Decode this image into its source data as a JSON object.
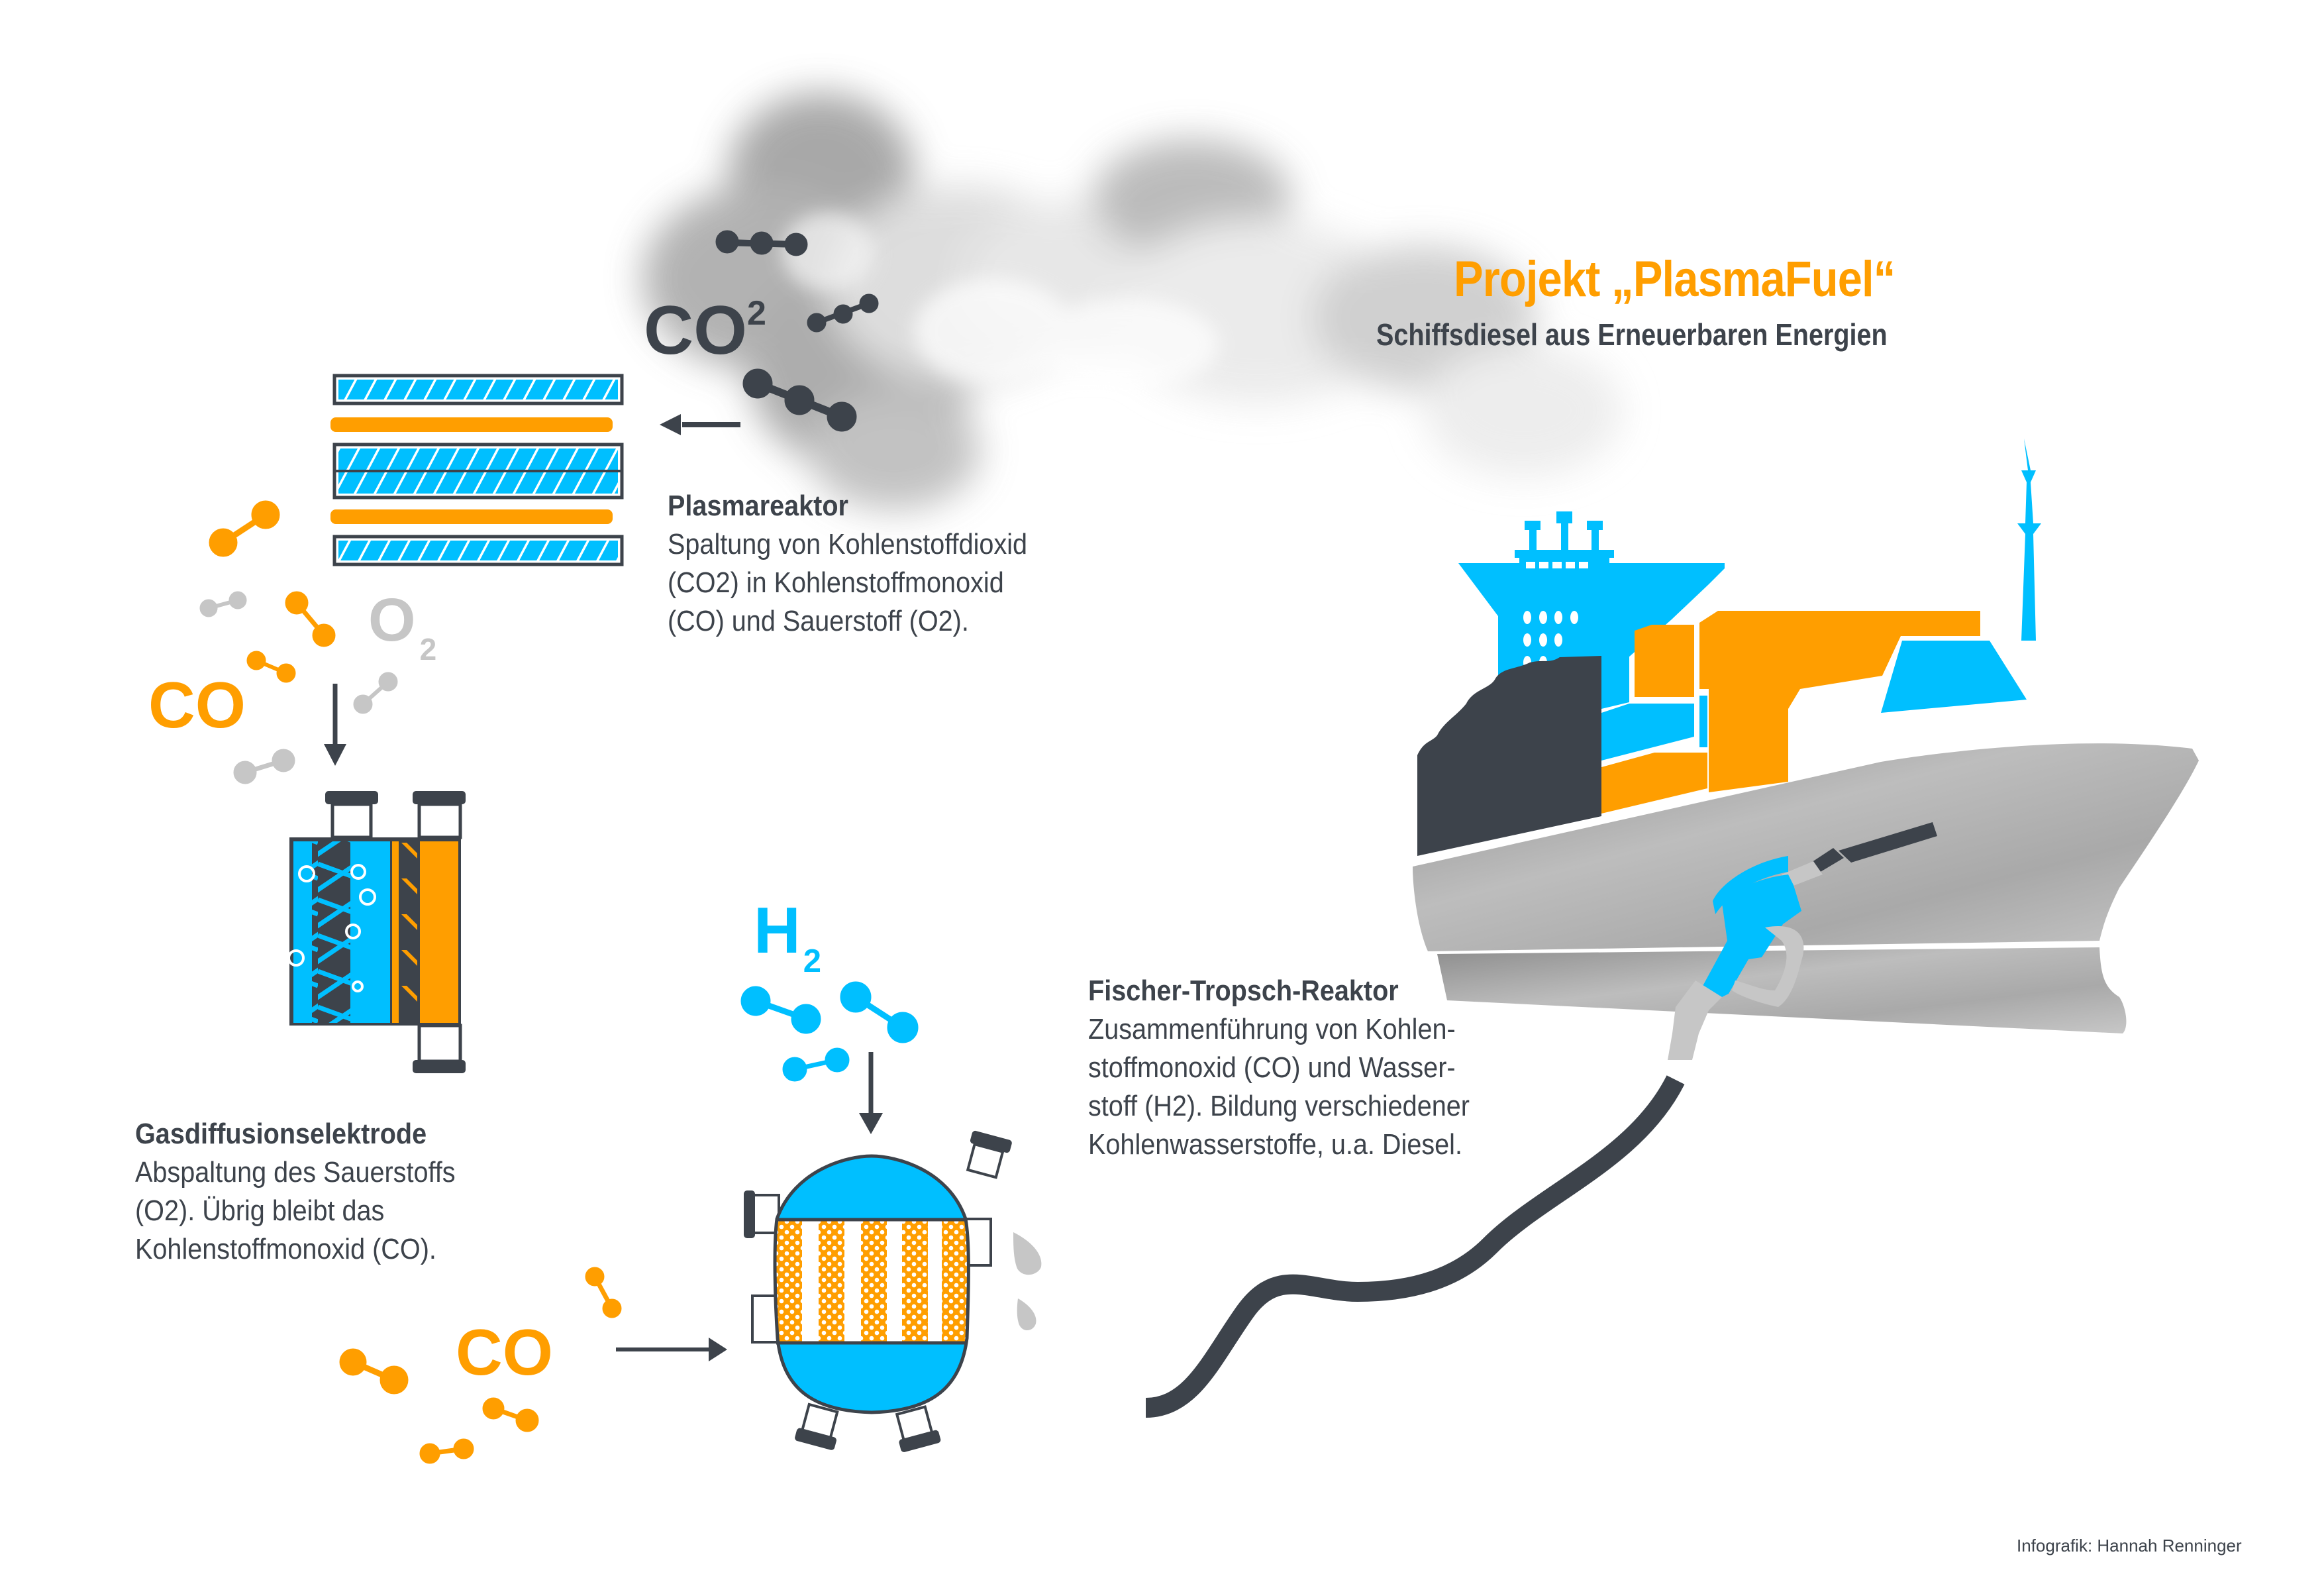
{
  "header": {
    "title": "Projekt „PlasmaFuel“",
    "subtitle": "Schiffsdiesel aus Erneuerbaren Energien"
  },
  "colors": {
    "accent_orange": "#ff9e00",
    "accent_blue": "#00bfff",
    "dark": "#3d434b",
    "light_gray": "#c6c6c6"
  },
  "formulas": {
    "co2": {
      "base": "CO",
      "index": "2"
    },
    "o2": {
      "base": "O",
      "index": "2"
    },
    "co_top": "CO",
    "h2": {
      "base": "H",
      "index": "2"
    },
    "co_bottom": "CO"
  },
  "steps": {
    "plasma": {
      "heading": "Plasmareaktor",
      "lines": [
        "Spaltung von Kohlenstoffdioxid",
        "(CO2) in Kohlenstoffmonoxid",
        "(CO) und Sauerstoff (O2)."
      ]
    },
    "gde": {
      "heading": "Gasdiffusionselektrode",
      "lines": [
        "Abspaltung des Sauerstoffs",
        "(O2). Übrig bleibt das",
        "Kohlenstoffmonoxid (CO)."
      ]
    },
    "ft": {
      "heading": "Fischer-Tropsch-Reaktor",
      "lines": [
        "Zusammenführung von Kohlen-",
        "stoffmonoxid (CO) und Wasser-",
        "stoff (H2). Bildung verschiedener",
        "Kohlenwasserstoffe, u.a. Diesel."
      ]
    }
  },
  "icons": {
    "smoke": "smoke-cloud-icon",
    "ship": "container-ship-icon",
    "nozzle": "fuel-nozzle-icon",
    "plasma_reactor": "plasma-reactor-icon",
    "gde": "gas-diffusion-electrode-icon",
    "ft_reactor": "fischer-tropsch-reactor-icon",
    "droplets": "fuel-droplet-icon"
  },
  "credit": "Infografik: Hannah Renninger"
}
